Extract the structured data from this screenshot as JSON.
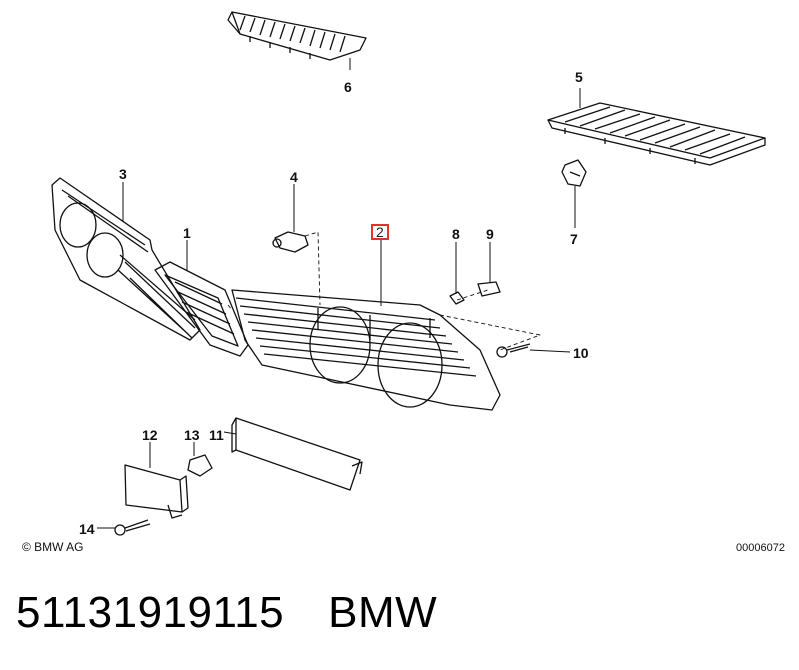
{
  "callouts": {
    "c1": "1",
    "c2": "2",
    "c3": "3",
    "c4": "4",
    "c5": "5",
    "c6": "6",
    "c7": "7",
    "c8": "8",
    "c9": "9",
    "c10": "10",
    "c11": "11",
    "c12": "12",
    "c13": "13",
    "c14": "14"
  },
  "highlighted_callout": "2",
  "highlight_color": "#e0312f",
  "copyright": "© BMW AG",
  "drawing_number": "00006072",
  "footer": {
    "part_number": "51131919115",
    "brand": "BMW"
  }
}
